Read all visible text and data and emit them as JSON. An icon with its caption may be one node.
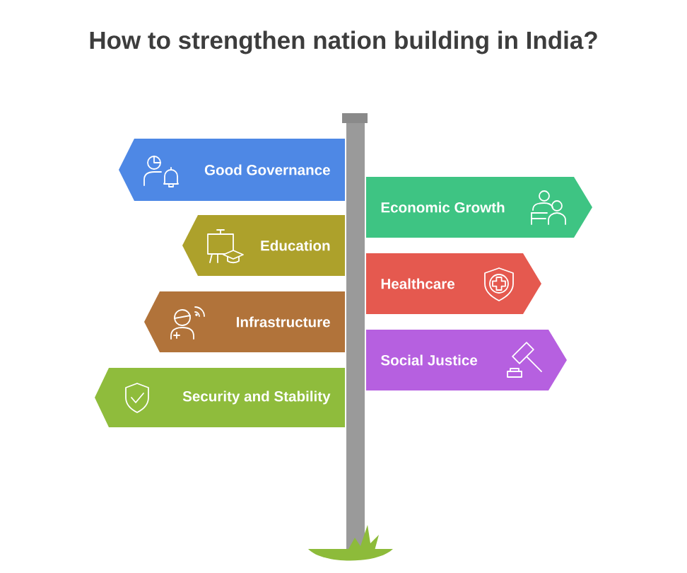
{
  "diagram": {
    "title": "How to strengthen nation building in India?",
    "nodes": [
      {
        "text": [
          "Good Governance"
        ]
      },
      {
        "text": [
          "Economic Growth"
        ]
      },
      {
        "text": [
          "Education"
        ]
      },
      {
        "text": [
          "Healthcare"
        ]
      },
      {
        "text": [
          "Infrastructure"
        ]
      },
      {
        "text": [
          "Social Justice"
        ]
      },
      {
        "text": [
          "Security and Stability"
        ]
      }
    ]
  }
}
